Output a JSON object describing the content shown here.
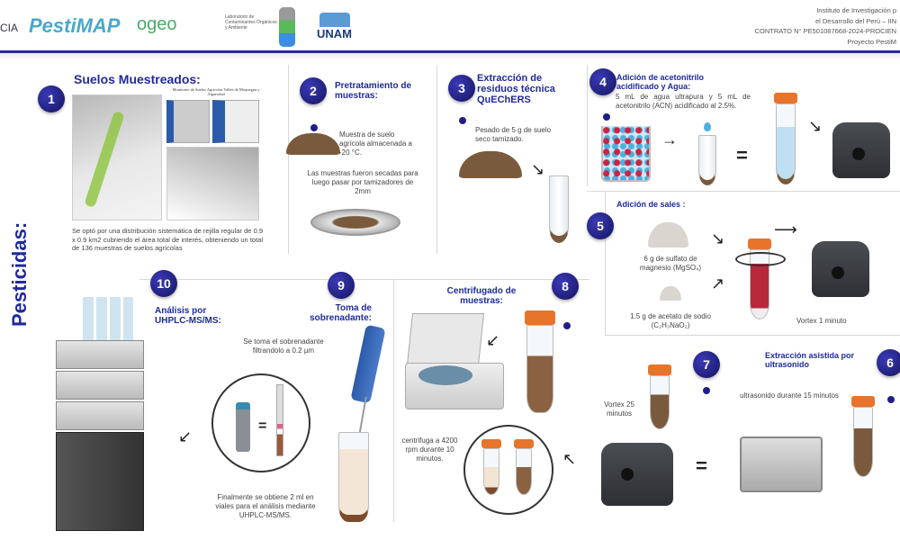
{
  "header": {
    "logos": [
      "CIA",
      "PestiMAP",
      "ogeo",
      "Laboratorio de Contaminantes Orgánicos y Ambiente",
      "UNAM"
    ],
    "pestimap_label": "PestiMAP",
    "ogeo_label": "ogeo",
    "unam_label": "UNAM",
    "lab_label": "Laboratorio de Contaminantes Orgánicos y Ambiente",
    "left_fragment": "CIA",
    "institution_lines": [
      "Instituto de Investigación p",
      "el Desarrollo del Perú – IIN",
      "CONTRATO N° PE501087668-2024-PROCIEN",
      "Proyecto PestiM"
    ]
  },
  "side_title": "Pesticidas:",
  "steps": [
    {
      "num": "1",
      "title": "Suelos Muestreados:",
      "map_title": "Monitoreo de Suelos Agrícolas Valles de Moquegua y Algarrobal",
      "text": "Se optó por una distribución sistemática de rejilla regular de 0.9 x 0.9 km2 cubriendo el área total de interés, obteniendo un total de 136  muestras de suelos agrícolas"
    },
    {
      "num": "2",
      "title": "Pretratamiento de muestras:",
      "text": "Muestra de suelo agrícola almacenada a -20 °C.",
      "text2": "Las muestras fueron secadas  para luego pasar por tamizadores de 2mm"
    },
    {
      "num": "3",
      "title": "Extracción de residuos técnica QuEChERS",
      "text": "Pesado de 5 g de suelo seco tamizado."
    },
    {
      "num": "4",
      "title": "Adición de acetonitrilo acidificado  y Agua:",
      "text": "5 mL de agua ultrapura y 5 mL de acetonitrilo (ACN) acidificado al 2.5%."
    },
    {
      "num": "5",
      "title": "Adición de sales :",
      "text": "6 g de sulfato de magnesio (MgSO₄)",
      "text2": "1.5 g de acetato de sodio (C₂H₃NaO₂)",
      "text3": "Vortex 1 minuto"
    },
    {
      "num": "6",
      "title": "Extracción  asistida  por ultrasonido",
      "text": "ultrasonido durante 15 minutos"
    },
    {
      "num": "7",
      "text": "Vortex 25 minutos"
    },
    {
      "num": "8",
      "title": "Centrifugado de muestras:",
      "text": "centrifuga a 4200 rpm durante 10 minutos."
    },
    {
      "num": "9",
      "title": "Toma de sobrenadante:",
      "text": "Se toma el sobrenadante filtrandolo a 0.2 µm",
      "text2": "Finalmente se obtiene 2 ml en viales para el análisis mediante UHPLC-MS/MS."
    },
    {
      "num": "10",
      "title": "Análisis por UHPLC-MS/MS:"
    }
  ],
  "colors": {
    "navy": "#1f2a9c",
    "orange": "#e8732a",
    "soil": "#7a5a3c"
  }
}
